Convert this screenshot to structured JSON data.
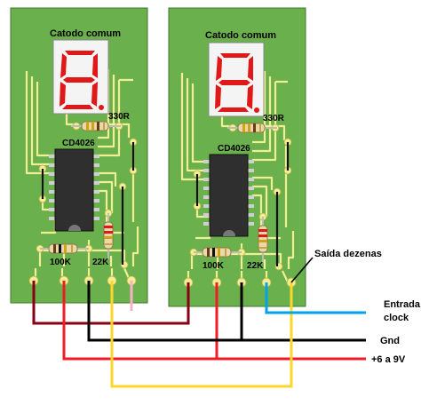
{
  "boards": [
    {
      "title": "Catodo comum",
      "ic": "CD4026",
      "res_top": "330R",
      "res_bottom": "100K",
      "res_right": "22K",
      "digit": "8."
    },
    {
      "title": "Catodo comum",
      "ic": "CD4026",
      "res_top": "330R",
      "res_bottom": "100K",
      "res_right": "22K",
      "digit": "8."
    }
  ],
  "labels": {
    "saida": "Saída dezenas",
    "entrada_line1": "Entrada",
    "entrada_line2": "clock",
    "gnd": "Gnd",
    "power": "+6 a 9V"
  },
  "colors": {
    "board": "#6ab04c",
    "trace": "#f2ee93",
    "display": "#f4f4f4",
    "segment": "#e01818",
    "ic": "#2f2f2f",
    "wire_power": "#ee1c24",
    "wire_gnd": "#000000",
    "wire_clock": "#00a2e8",
    "wire_yellow": "#ffd72a",
    "wire_brown": "#880015"
  }
}
